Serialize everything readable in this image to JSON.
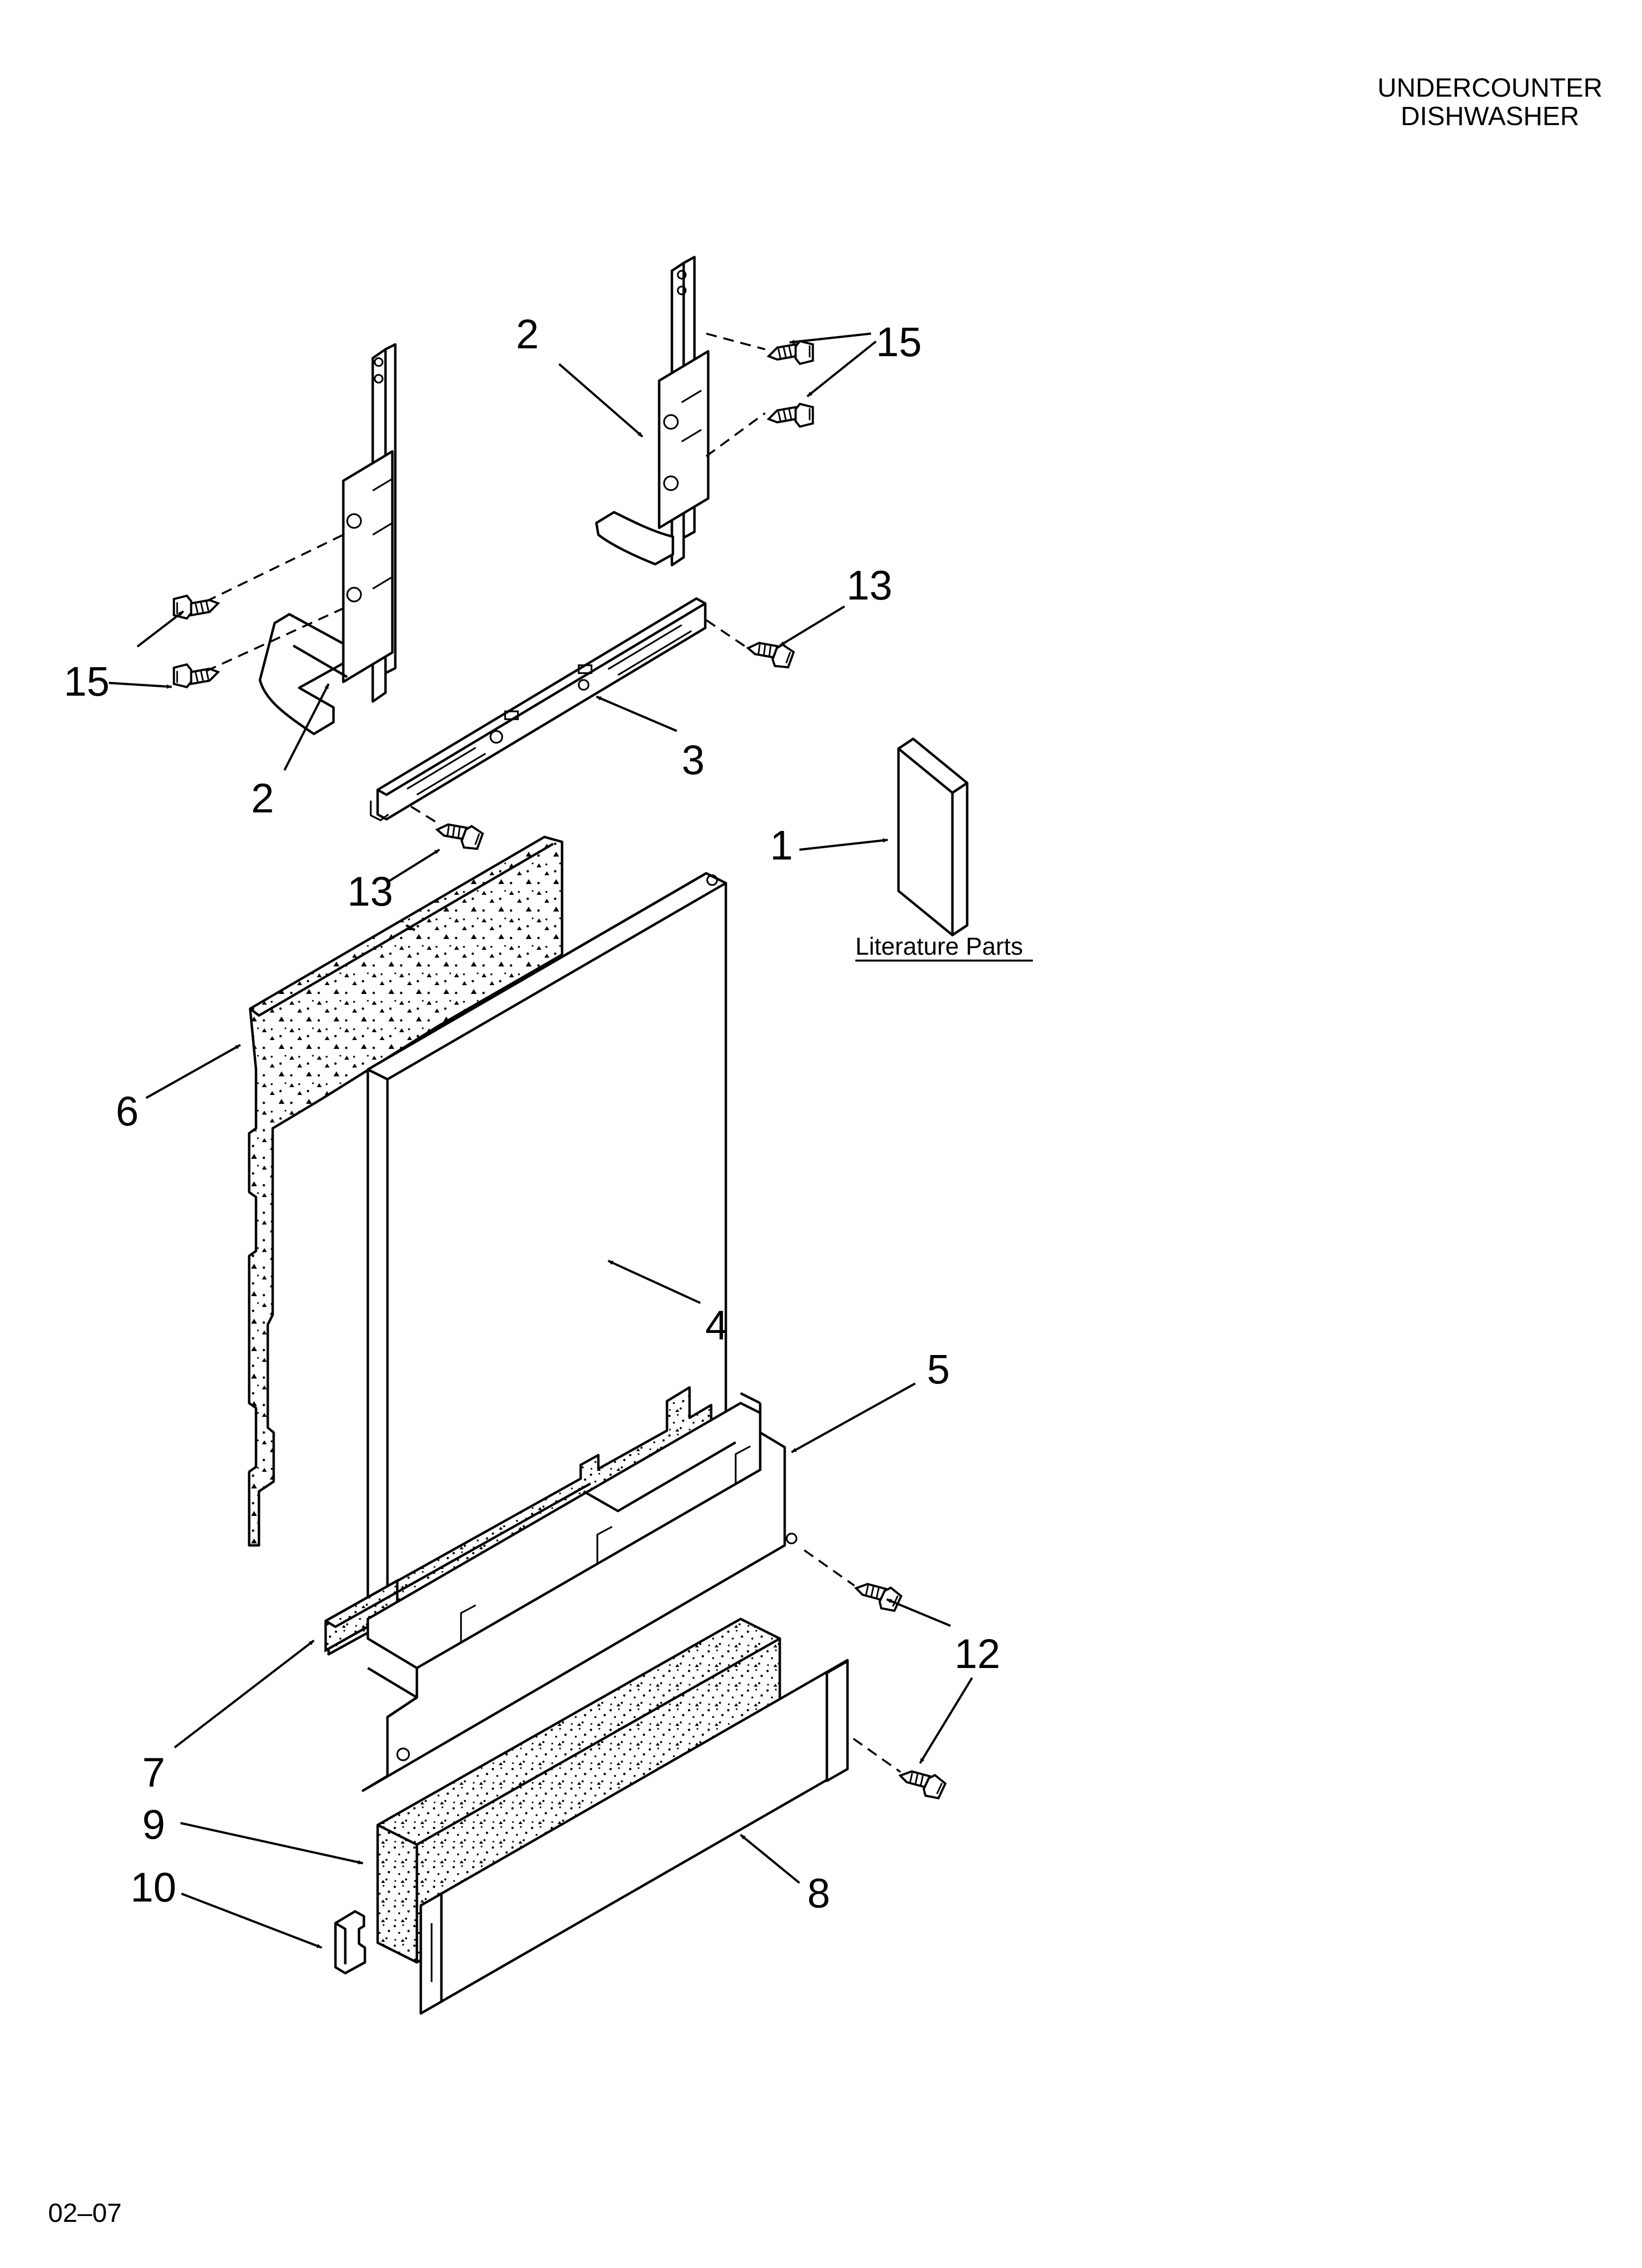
{
  "header": {
    "line1": "UNDERCOUNTER",
    "line2": "DISHWASHER"
  },
  "footer": {
    "code": "02–07"
  },
  "literature": {
    "label": "Literature Parts"
  },
  "callouts": [
    {
      "id": "c2a",
      "text": "2"
    },
    {
      "id": "c15a",
      "text": "15"
    },
    {
      "id": "c13a",
      "text": "13"
    },
    {
      "id": "c15b",
      "text": "15"
    },
    {
      "id": "c2b",
      "text": "2"
    },
    {
      "id": "c3",
      "text": "3"
    },
    {
      "id": "c1",
      "text": "1"
    },
    {
      "id": "c13b",
      "text": "13"
    },
    {
      "id": "c6",
      "text": "6"
    },
    {
      "id": "c4",
      "text": "4"
    },
    {
      "id": "c5",
      "text": "5"
    },
    {
      "id": "c12",
      "text": "12"
    },
    {
      "id": "c7",
      "text": "7"
    },
    {
      "id": "c9",
      "text": "9"
    },
    {
      "id": "c10",
      "text": "10"
    },
    {
      "id": "c8",
      "text": "8"
    }
  ]
}
